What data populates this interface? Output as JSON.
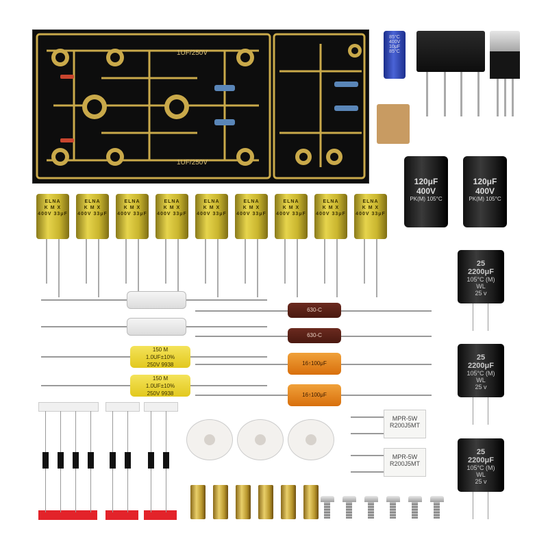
{
  "pcb": {
    "label_top": "1UF/250V",
    "label_bottom": "1UF/250V"
  },
  "components": {
    "blue_cap": {
      "lines": [
        "85°C",
        "400V",
        "10μF",
        "85°C"
      ]
    },
    "yellow_cap": {
      "brand": "ELNA",
      "series": "K M X",
      "rating": "400V 33μF",
      "count": 9
    },
    "big_caps": [
      {
        "rating": "120μF 400V",
        "temp": "PK(M) 105°C"
      },
      {
        "rating": "120μF 400V",
        "temp": "PK(M) 105°C"
      }
    ],
    "filter_caps": [
      {
        "v": "25",
        "c": "2200μF",
        "t": "105°C (M)",
        "b": "WL",
        "v2": "25 v"
      },
      {
        "v": "25",
        "c": "2200μF",
        "t": "105°C (M)",
        "b": "WL",
        "v2": "25 v"
      },
      {
        "v": "25",
        "c": "2200μF",
        "t": "105°C (M)",
        "b": "WL",
        "v2": "25 v"
      }
    ],
    "yellow_axial": [
      {
        "l1": "150 M",
        "l2": "1.0UF±10%",
        "l3": "250V 9938"
      },
      {
        "l1": "150 M",
        "l2": "1.0UF±10%",
        "l3": "250V 9938"
      }
    ],
    "orange_axial": [
      {
        "label": "16↑100μF"
      },
      {
        "label": "16↑100μF"
      }
    ],
    "brown_axial": [
      {
        "label": "630-C"
      },
      {
        "label": "630-C"
      }
    ],
    "cement_resistors": [
      {
        "l1": "MPR-5W",
        "l2": "R200J5MT"
      },
      {
        "l1": "MPR-5W",
        "l2": "R200J5MT"
      }
    ]
  },
  "colors": {
    "pcb_bg": "#0d0d0d",
    "trace": "#c9a94a",
    "tape": "#e3232a"
  }
}
